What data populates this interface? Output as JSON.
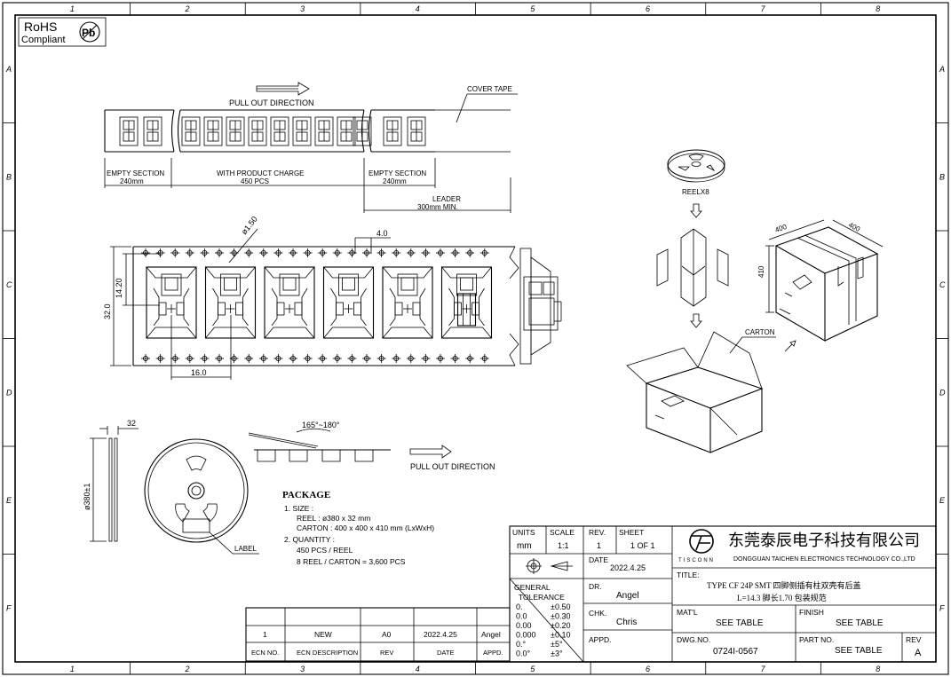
{
  "border": {
    "columns": [
      "1",
      "2",
      "3",
      "4",
      "5",
      "6",
      "7",
      "8"
    ],
    "rows": [
      "A",
      "B",
      "C",
      "D",
      "E",
      "F"
    ]
  },
  "rohs": {
    "line1": "RoHS",
    "line2": "Compliant",
    "pb": "Pb"
  },
  "tape": {
    "pull_out": "PULL OUT DIRECTION",
    "cover_tape": "COVER TAPE",
    "empty_section_left": "EMPTY SECTION",
    "empty_left_len": "240mm",
    "with_product": "WITH PRODUCT CHARGE",
    "with_product_qty": "450 PCS",
    "empty_section_right": "EMPTY SECTION",
    "empty_right_len": "240mm",
    "leader": "LEADER",
    "leader_len": "300mm  MIN."
  },
  "carrier": {
    "hole_dia": "ø1.50",
    "pitch_top": "4.0",
    "dim_1420": "14.20",
    "dim_320": "32.0",
    "dim_160": "16.0"
  },
  "reel_side": {
    "width": "32",
    "dia": "ø380±1"
  },
  "reel_front": {
    "label": "LABEL"
  },
  "peel": {
    "angle": "165°~180°",
    "pull_out": "PULL OUT DIRECTION"
  },
  "package": {
    "title": "PACKAGE",
    "size_h": "1. SIZE :",
    "reel": "REEL : ø380 x 32 mm",
    "carton": "CARTON : 400 x 400 x 410 mm (LxWxH)",
    "qty_h": "2. QUANTITY :",
    "per_reel": "450 PCS / REEL",
    "per_carton": "8 REEL / CARTON = 3,600 PCS"
  },
  "iso": {
    "reel": "REELX8",
    "carton": "CARTON",
    "d400a": "400",
    "d400b": "400",
    "d410": "410"
  },
  "ecn": {
    "headers": [
      "ECN NO.",
      "ECN  DESCRIPTION",
      "REV",
      "DATE",
      "APPD."
    ],
    "row": [
      "1",
      "NEW",
      "A0",
      "2022.4.25",
      "Angel"
    ]
  },
  "titleblock": {
    "units_l": "UNITS",
    "units_v": "mm",
    "scale_l": "SCALE",
    "scale_v": "1:1",
    "rev_l": "REV.",
    "rev_v": "1",
    "sheet_l": "SHEET",
    "sheet_v": "1  OF 1",
    "date_l": "DATE",
    "date_v": "2022.4.25",
    "dr_l": "DR.",
    "dr_v": "Angel",
    "chk_l": "CHK.",
    "chk_v": "Chris",
    "appd_l": "APPD.",
    "gen_tol1": "GENERAL",
    "gen_tol2": "TOLERANCE",
    "tol_rows": [
      [
        "0.",
        "±0.50"
      ],
      [
        "0.0",
        "±0.30"
      ],
      [
        "0.00",
        "±0.20"
      ],
      [
        "0.000",
        "±0.10"
      ],
      [
        "0.°",
        "±5°"
      ],
      [
        "0.0°",
        "±3°"
      ]
    ],
    "company_cn": "东莞泰辰电子科技有限公司",
    "company_en": "DONGGUAN TAICHEN ELECTRONICS TECHNOLOGY CO.,LTD",
    "logo_text": "TISCONN",
    "title_l": "TITLE:",
    "title_1": "TYPE CF 24P SMT 四脚侧插有柱双壳有后盖",
    "title_2": "L=14.3 脚长1.70 包装规范",
    "matl_l": "MAT'L",
    "matl_v": "SEE TABLE",
    "finish_l": "FINISH",
    "finish_v": "SEE TABLE",
    "dwg_l": "DWG.NO.",
    "dwg_v": "0724I-0567",
    "part_l": "PART NO.",
    "part_v": "SEE TABLE",
    "rev2_l": "REV",
    "rev2_v": "A"
  }
}
